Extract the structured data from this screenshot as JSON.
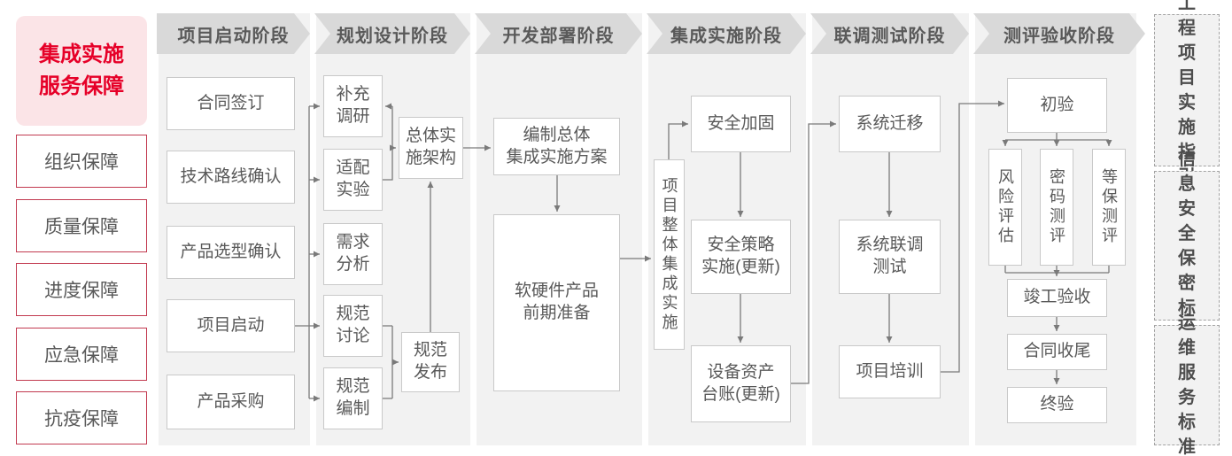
{
  "sidebar": {
    "title": "集成实施\n服务保障",
    "items": [
      "组织保障",
      "质量保障",
      "进度保障",
      "应急保障",
      "抗疫保障"
    ]
  },
  "phases": [
    "项目启动阶段",
    "规划设计阶段",
    "开发部署阶段",
    "集成实施阶段",
    "联调测试阶段",
    "测评验收阶段"
  ],
  "flow": {
    "contract_signing": "合同签订",
    "tech_route_confirm": "技术路线确认",
    "product_selection_confirm": "产品选型确认",
    "project_kickoff": "项目启动",
    "product_procurement": "产品采购",
    "supplementary_research": "补充\n调研",
    "adaptation_experiment": "适配\n实验",
    "requirement_analysis": "需求\n分析",
    "spec_discussion": "规范\n讨论",
    "spec_drafting": "规范\n编制",
    "overall_impl_architecture": "总体实\n施架构",
    "spec_release": "规范\n发布",
    "overall_integration_plan": "编制总体\n集成实施方案",
    "hw_sw_preparation": "软硬件产品\n前期准备",
    "overall_integration_impl": "项目整体集成实施",
    "security_hardening": "安全加固",
    "security_policy_impl": "安全策略\n实施(更新)",
    "asset_ledger_update": "设备资产\n台账(更新)",
    "system_migration": "系统迁移",
    "joint_debug_test": "系统联调\n测试",
    "project_training": "项目培训",
    "initial_acceptance": "初验",
    "risk_assessment": "风险评估",
    "crypto_evaluation": "密码测评",
    "classified_protection_eval": "等保测评",
    "completion_acceptance": "竣工验收",
    "contract_closure": "合同收尾",
    "final_acceptance": "终验"
  },
  "standards": [
    "工程\n项目\n实施\n指引",
    "信息\n安全\n保密\n标准",
    "运维\n服务\n标准"
  ],
  "colors": {
    "accent_red": "#e60028",
    "pink_bg": "#fbe4e7",
    "red_border": "#c23a50",
    "banner_bg": "#d9d9d9",
    "column_bg": "#f2f2f2",
    "box_border": "#c9c9c9",
    "text_gray": "#595959",
    "connector": "#7a7a7a"
  }
}
